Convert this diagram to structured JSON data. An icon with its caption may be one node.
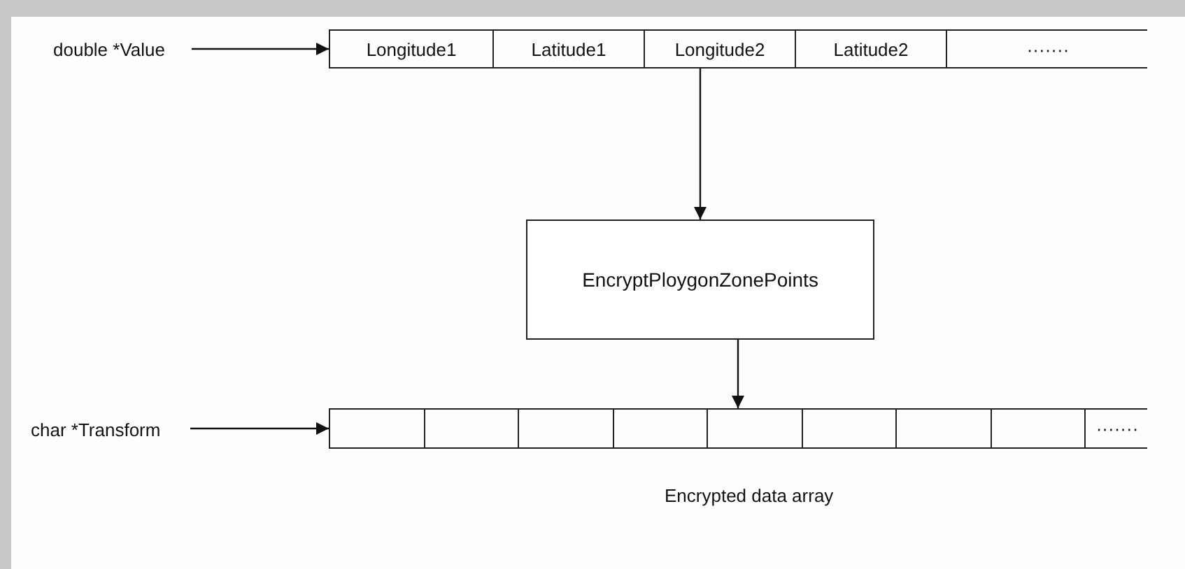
{
  "diagram": {
    "nodes": [
      {
        "text": [
          "double *Value"
        ]
      },
      {
        "text": [],
        "shape": "bar"
      },
      {
        "text": [
          "Longitude1"
        ],
        "in": 1
      },
      {
        "text": [
          "Latitude1"
        ],
        "in": 1
      },
      {
        "text": [
          "Longitude2"
        ],
        "in": 1
      },
      {
        "text": [
          "Latitude2"
        ],
        "in": 1
      },
      {
        "text": [
          "·······"
        ],
        "in": 1
      },
      {
        "text": [
          "EncryptPloygonZonePoints"
        ]
      },
      {
        "text": [
          "char *Transform"
        ]
      },
      {
        "text": [],
        "shape": "bar"
      },
      {
        "text": [],
        "shape": "box",
        "in": 9
      },
      {
        "text": [],
        "shape": "box",
        "in": 9
      },
      {
        "text": [],
        "shape": "box",
        "in": 9
      },
      {
        "text": [],
        "shape": "box",
        "in": 9
      },
      {
        "text": [],
        "shape": "box",
        "in": 9
      },
      {
        "text": [],
        "shape": "box",
        "in": 9
      },
      {
        "text": [],
        "shape": "box",
        "in": 9
      },
      {
        "text": [],
        "shape": "box",
        "in": 9
      },
      {
        "text": [
          "·······"
        ],
        "in": 9
      }
    ],
    "edges": [
      {
        "from": 0,
        "to": 1,
        "arrow": "to"
      },
      {
        "from": 1,
        "to": 7,
        "arrow": "to"
      },
      {
        "from": 7,
        "to": 9,
        "arrow": "to"
      },
      {
        "from": 8,
        "to": 9,
        "arrow": "to"
      }
    ],
    "labels": [
      "Encrypted data array"
    ]
  }
}
